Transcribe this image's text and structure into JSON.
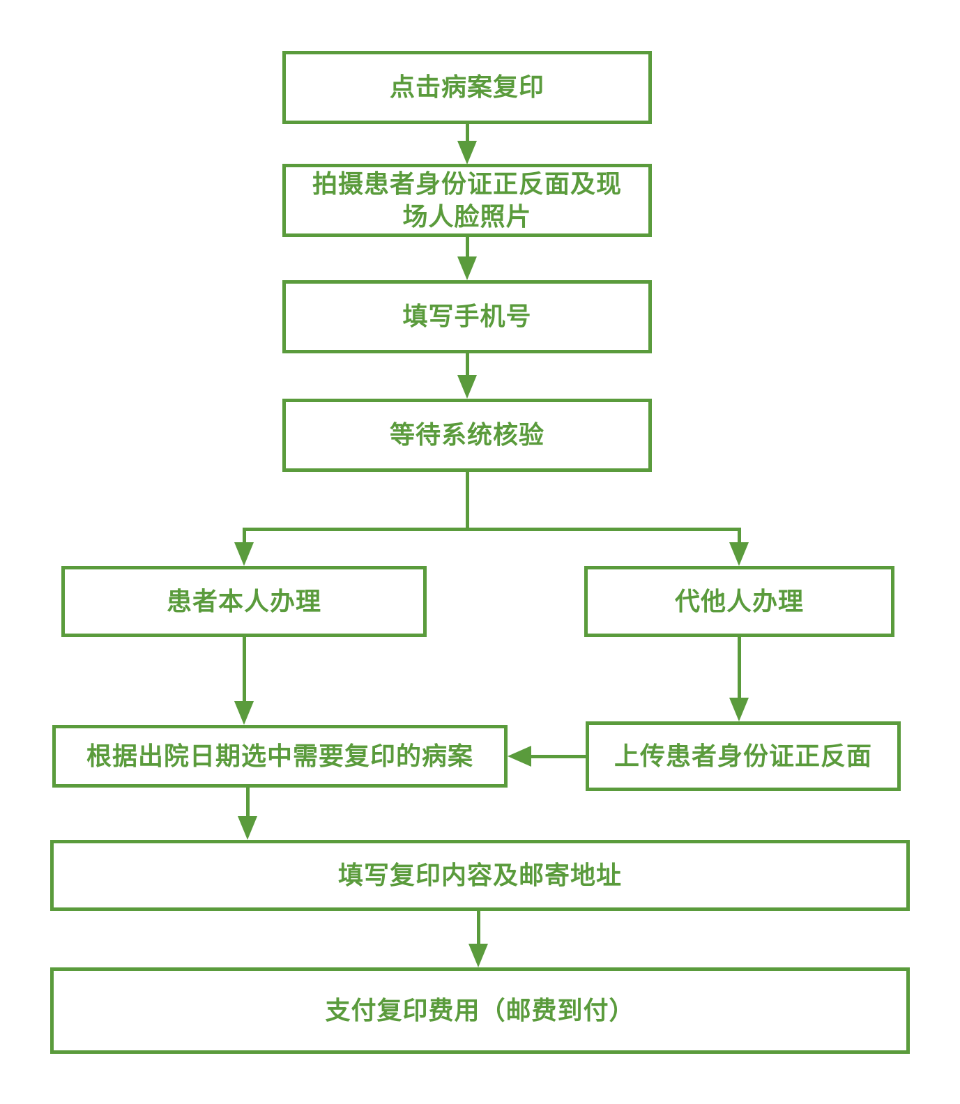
{
  "flowchart": {
    "background_color": "#ffffff",
    "accent_color": "#5a9b3c",
    "nodes": [
      {
        "id": "step-click-copy",
        "label": "点击病案复印"
      },
      {
        "id": "step-photo-id-face",
        "label": "拍摄患者身份证正反面及现\n场人脸照片"
      },
      {
        "id": "step-fill-phone",
        "label": "填写手机号"
      },
      {
        "id": "step-wait-verification",
        "label": "等待系统核验"
      },
      {
        "id": "branch-patient-self",
        "label": "患者本人办理"
      },
      {
        "id": "branch-on-behalf",
        "label": "代他人办理"
      },
      {
        "id": "step-select-records",
        "label": "根据出院日期选中需要复印的病案"
      },
      {
        "id": "step-upload-id",
        "label": "上传患者身份证正反面"
      },
      {
        "id": "step-fill-content-address",
        "label": "填写复印内容及邮寄地址"
      },
      {
        "id": "step-pay-fee",
        "label": "支付复印费用（邮费到付）"
      }
    ],
    "edges": [
      {
        "from": "step-click-copy",
        "to": "step-photo-id-face"
      },
      {
        "from": "step-photo-id-face",
        "to": "step-fill-phone"
      },
      {
        "from": "step-fill-phone",
        "to": "step-wait-verification"
      },
      {
        "from": "step-wait-verification",
        "to": "branch-patient-self"
      },
      {
        "from": "step-wait-verification",
        "to": "branch-on-behalf"
      },
      {
        "from": "branch-patient-self",
        "to": "step-select-records"
      },
      {
        "from": "branch-on-behalf",
        "to": "step-upload-id"
      },
      {
        "from": "step-upload-id",
        "to": "step-select-records"
      },
      {
        "from": "step-select-records",
        "to": "step-fill-content-address"
      },
      {
        "from": "step-fill-content-address",
        "to": "step-pay-fee"
      }
    ]
  }
}
